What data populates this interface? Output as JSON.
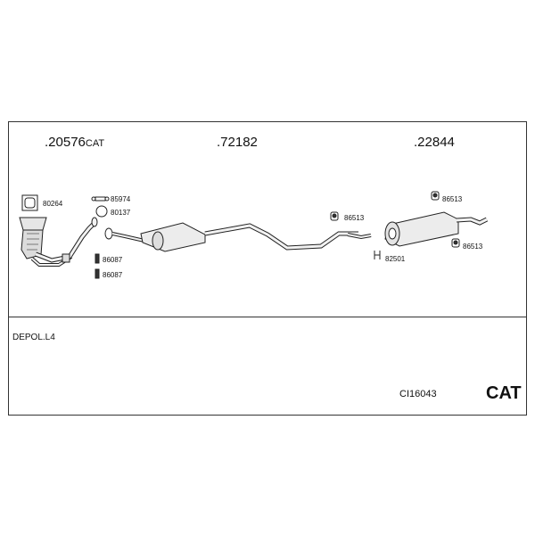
{
  "parts": {
    "front": {
      "number": ".20576",
      "suffix": "CAT"
    },
    "middle": {
      "number": ".72182"
    },
    "rear": {
      "number": ".22844"
    }
  },
  "accessories": {
    "gasket_80264": "80264",
    "clamp_85974": "85974",
    "ring_80137": "80137",
    "mount_86087_a": "86087",
    "mount_86087_b": "86087",
    "hanger_86513_mid": "86513",
    "hanger_86513_top": "86513",
    "hanger_86513_bottom": "86513",
    "clamp_82501": "82501"
  },
  "footer": {
    "engine": "DEPOL.L4",
    "kit_code": "CI16043",
    "tag": "CAT"
  },
  "colors": {
    "line": "#333333",
    "part_fill": "#f2f2f2",
    "part_stroke": "#222222"
  }
}
